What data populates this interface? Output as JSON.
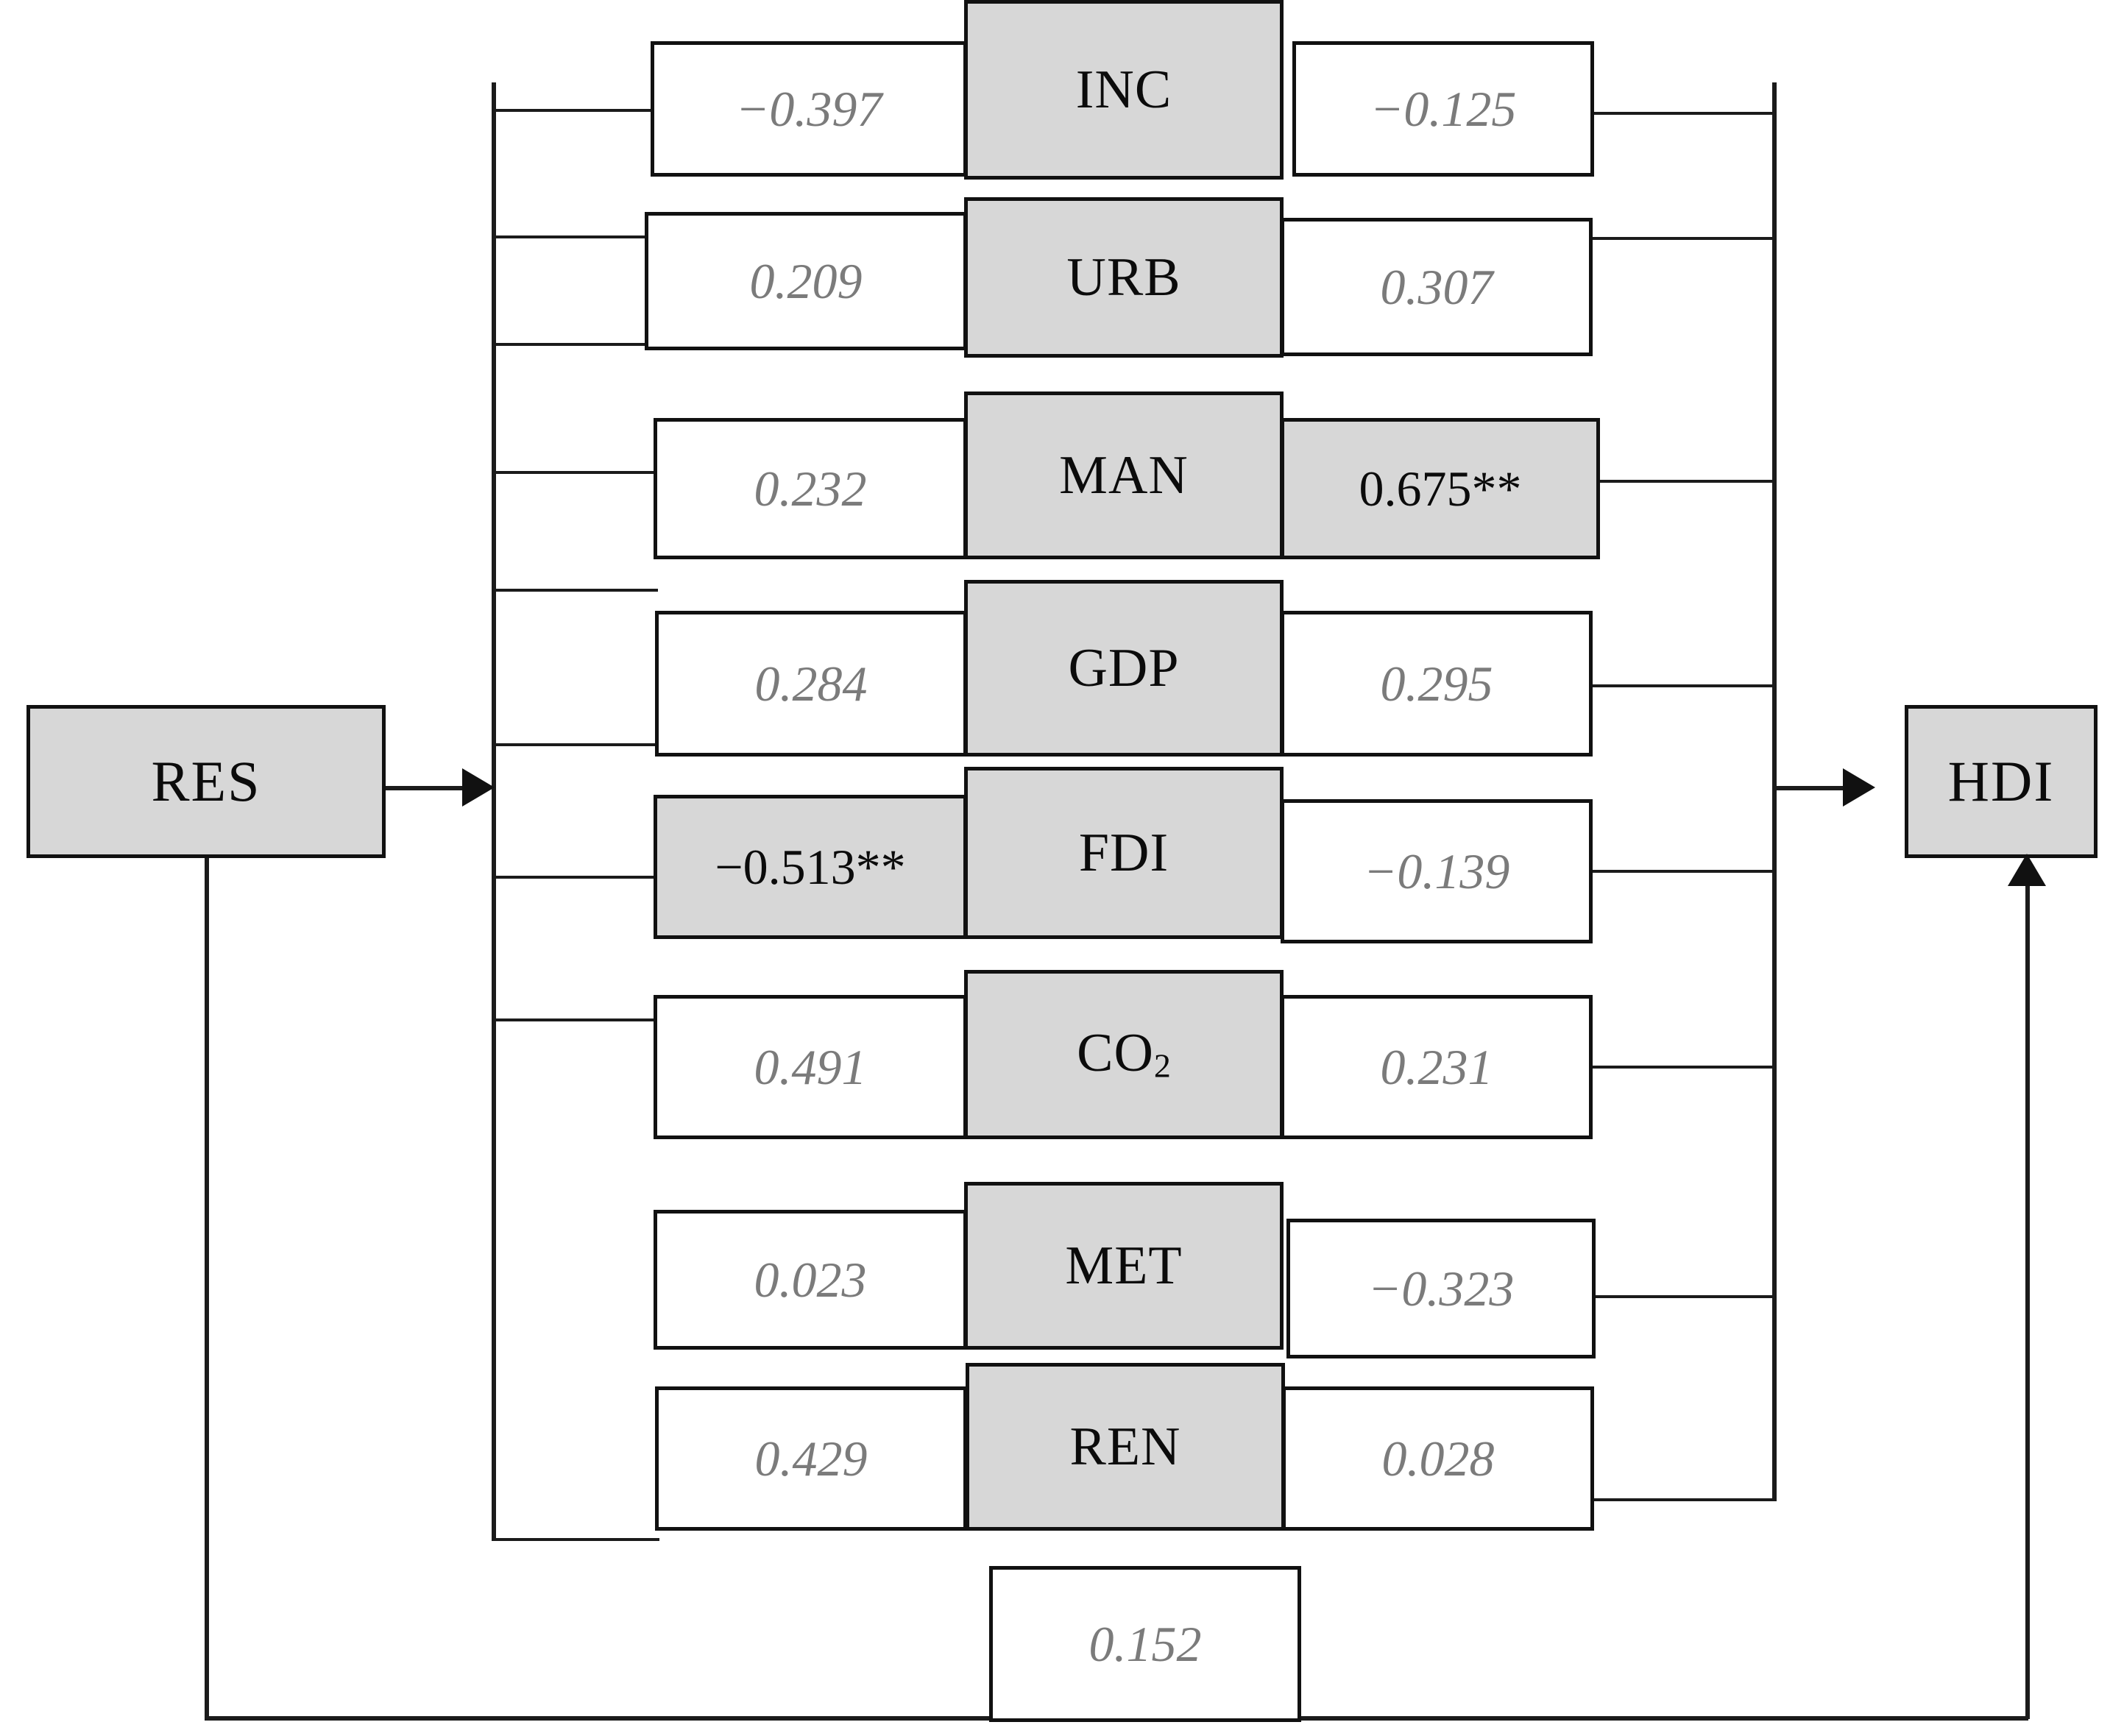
{
  "diagram": {
    "type": "mediation-path-diagram",
    "predictor": {
      "label": "RES"
    },
    "outcome": {
      "label": "HDI"
    },
    "significance_marker": "**",
    "colors": {
      "shaded_fill": "#d7d7d7",
      "box_stroke": "#111111",
      "coefficient_text": "#7b7b7b",
      "significant_text": "#0b0b0b",
      "canvas": "#ffffff"
    },
    "mediators": [
      {
        "label": "INC",
        "label_sub": "",
        "path_a": {
          "value": "−0.397",
          "significant": false
        },
        "path_b": {
          "value": "−0.125",
          "significant": false
        }
      },
      {
        "label": "URB",
        "label_sub": "",
        "path_a": {
          "value": "0.209",
          "significant": false
        },
        "path_b": {
          "value": "0.307",
          "significant": false
        }
      },
      {
        "label": "MAN",
        "label_sub": "",
        "path_a": {
          "value": "0.232",
          "significant": false
        },
        "path_b": {
          "value": "0.675**",
          "significant": true
        }
      },
      {
        "label": "GDP",
        "label_sub": "",
        "path_a": {
          "value": "0.284",
          "significant": false
        },
        "path_b": {
          "value": "0.295",
          "significant": false
        }
      },
      {
        "label": "FDI",
        "label_sub": "",
        "path_a": {
          "value": "−0.513**",
          "significant": true
        },
        "path_b": {
          "value": "−0.139",
          "significant": false
        }
      },
      {
        "label": "CO",
        "label_sub": "2",
        "path_a": {
          "value": "0.491",
          "significant": false
        },
        "path_b": {
          "value": "0.231",
          "significant": false
        }
      },
      {
        "label": "MET",
        "label_sub": "",
        "path_a": {
          "value": "0.023",
          "significant": false
        },
        "path_b": {
          "value": "−0.323",
          "significant": false
        }
      },
      {
        "label": "REN",
        "label_sub": "",
        "path_a": {
          "value": "0.429",
          "significant": false
        },
        "path_b": {
          "value": "0.028",
          "significant": false
        }
      }
    ],
    "direct_effect": {
      "value": "0.152",
      "significant": false
    }
  }
}
